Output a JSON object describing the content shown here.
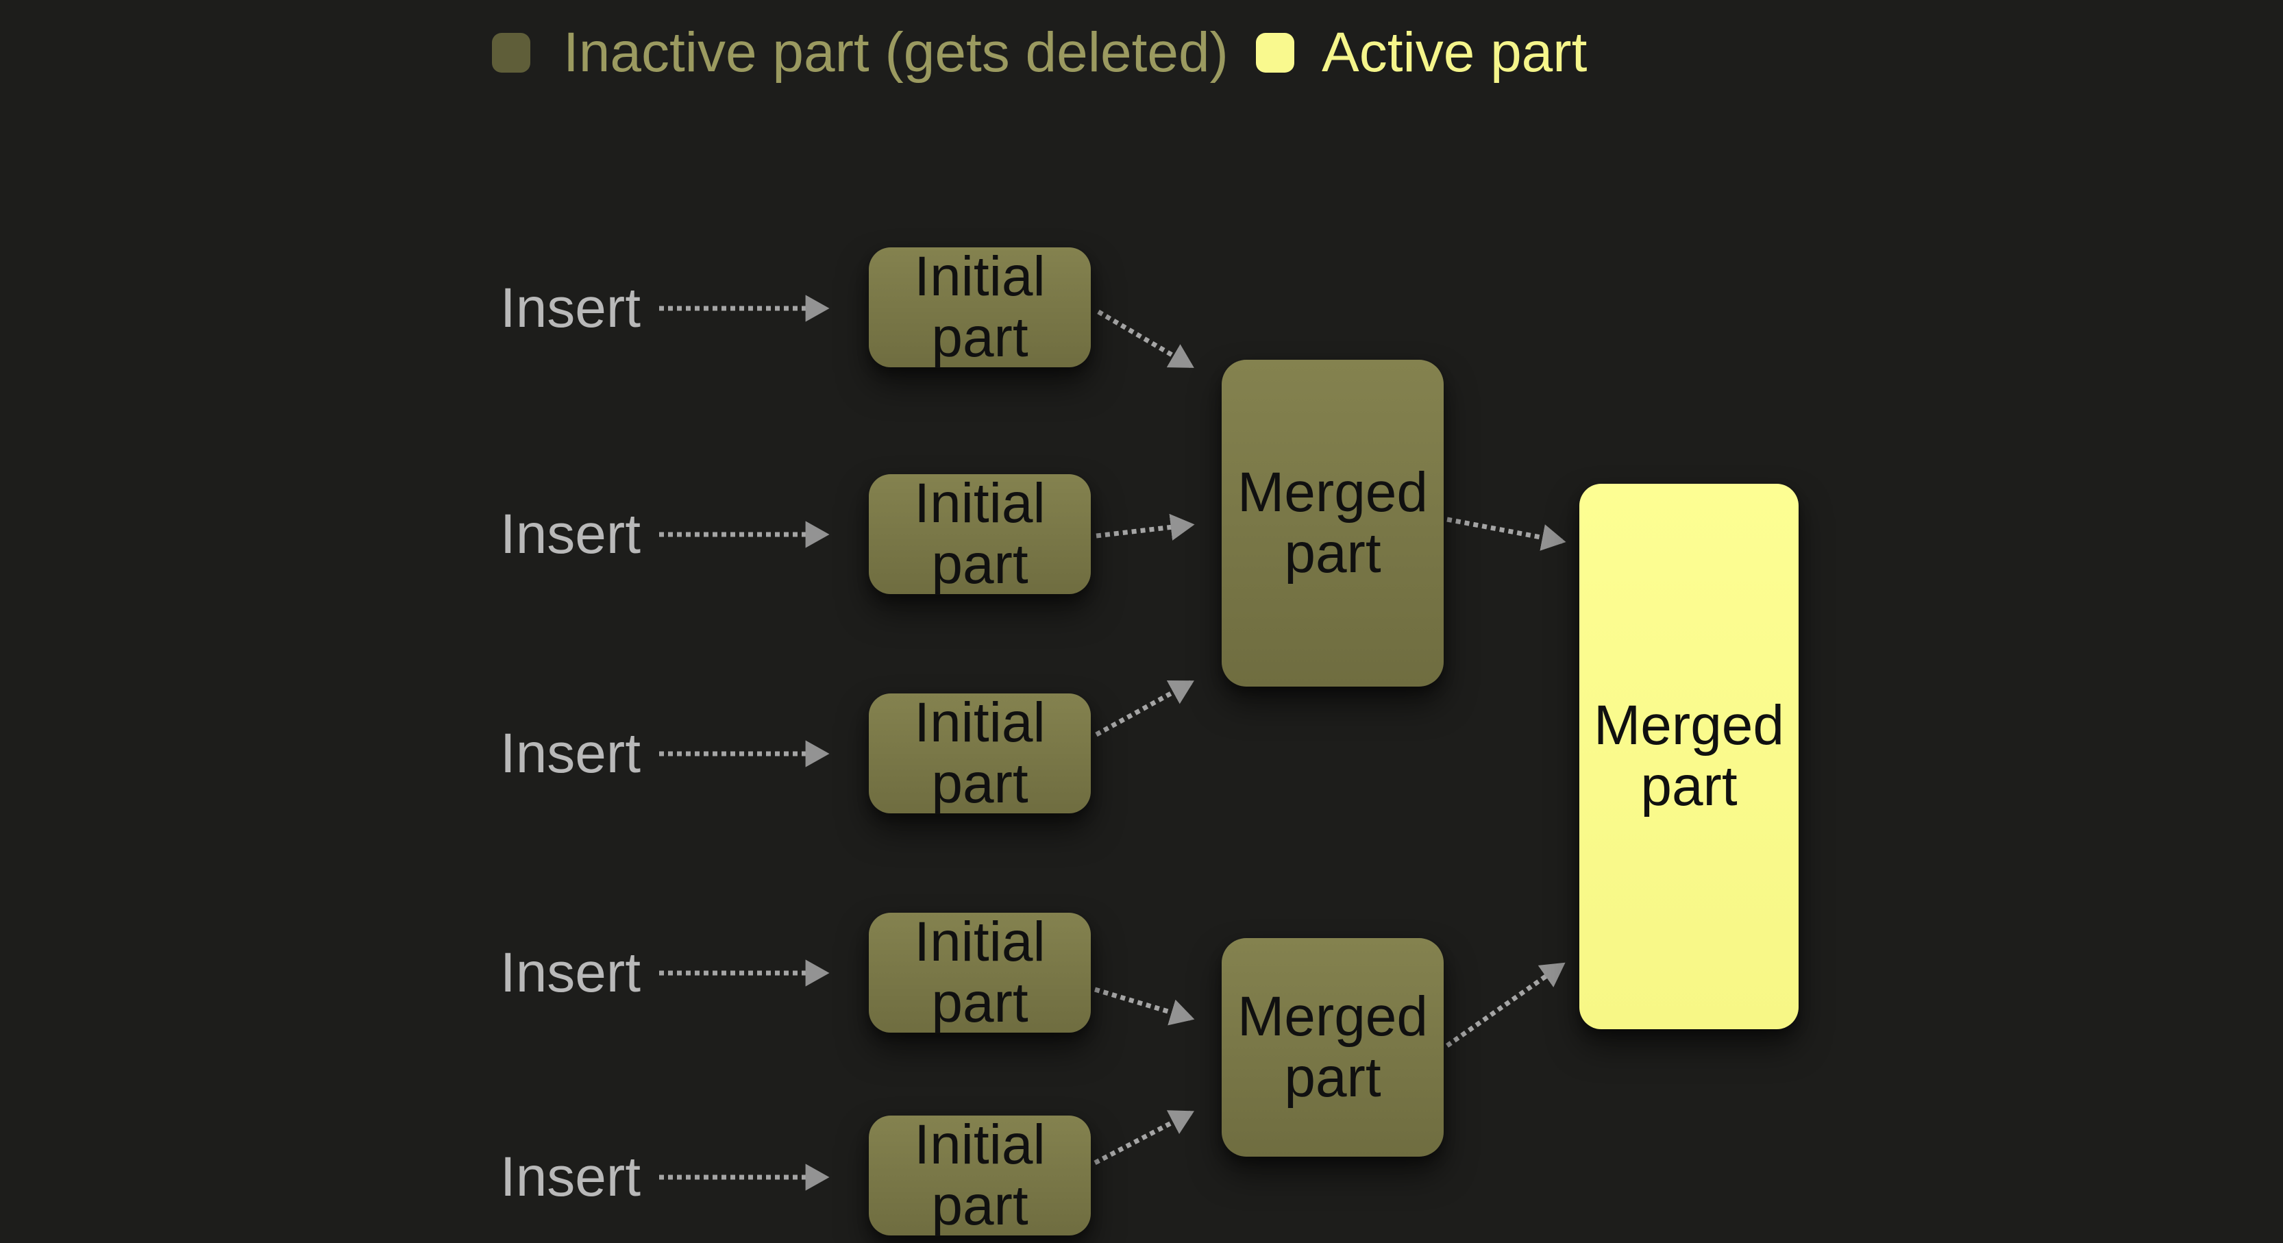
{
  "legend": {
    "items": [
      {
        "label": "Inactive part (gets deleted)"
      },
      {
        "label": "Active part"
      }
    ]
  },
  "diagram": {
    "rows": [
      {
        "insert_label": "Insert",
        "node_label": "Initial part"
      },
      {
        "insert_label": "Insert",
        "node_label": "Initial part"
      },
      {
        "insert_label": "Insert",
        "node_label": "Initial part"
      },
      {
        "insert_label": "Insert",
        "node_label": "Initial part"
      },
      {
        "insert_label": "Insert",
        "node_label": "Initial part"
      }
    ],
    "merged_inactive": [
      {
        "label": "Merged part"
      },
      {
        "label": "Merged part"
      }
    ],
    "merged_active": {
      "label": "Merged part"
    }
  },
  "colors": {
    "background": "#1d1d1b",
    "inactive_fill_top": "#84824f",
    "inactive_fill_bottom": "#6f6d40",
    "active_fill_top": "#fdfe93",
    "active_fill_bottom": "#f7f786",
    "node_text": "#101010",
    "insert_text": "#b9b9b9",
    "arrow_line": "#a5a5a5",
    "arrow_head": "#939393",
    "legend_inactive_swatch": "#5f5e39",
    "legend_inactive_text": "#9b9a60",
    "legend_active_swatch": "#f9f98e",
    "legend_active_text": "#f5f58b"
  }
}
